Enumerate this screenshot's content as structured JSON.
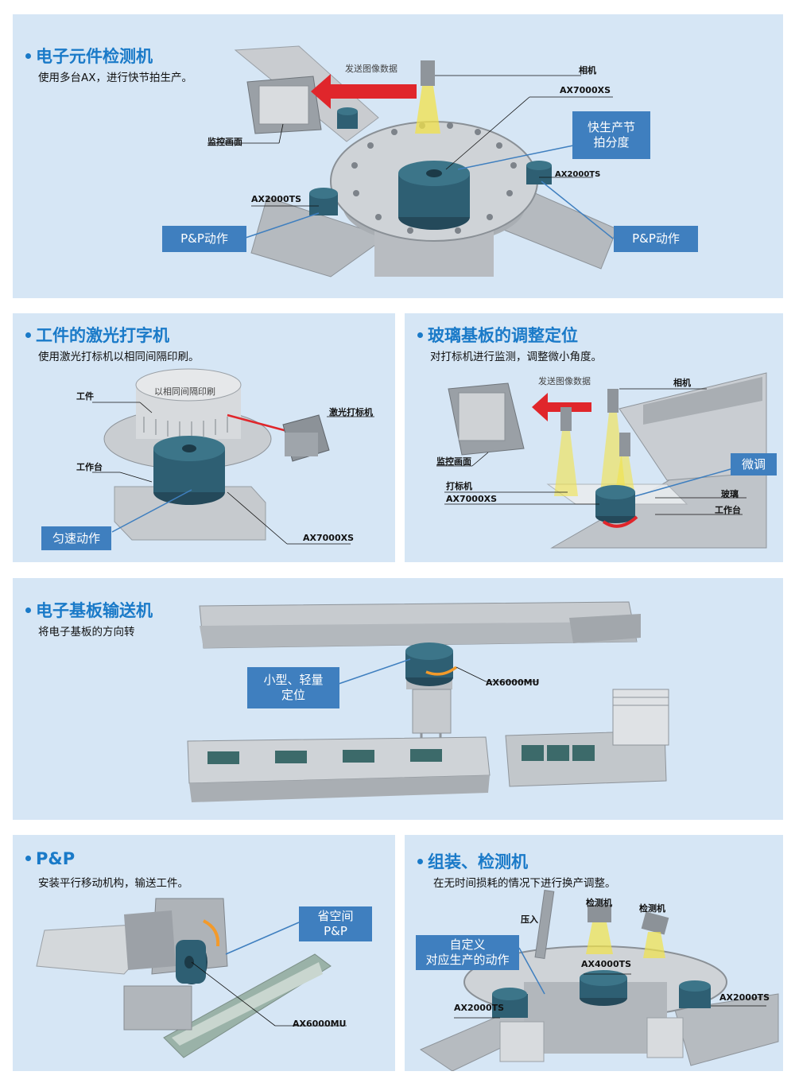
{
  "panels": {
    "p1": {
      "title": "电子元件检测机",
      "subtitle": "使用多台AX，进行快节拍生产。",
      "labels": {
        "send": "发送图像数据",
        "camera": "相机",
        "ax7000xs": "AX7000XS",
        "monitor": "监控画面",
        "ax2000ts_left": "AX2000TS",
        "ax2000ts_right": "AX2000TS"
      },
      "tags": {
        "fast": "快生产节\n拍分度",
        "pp_left": "P&P动作",
        "pp_right": "P&P动作"
      }
    },
    "p2": {
      "title": "工件的激光打字机",
      "subtitle": "使用激光打标机以相同间隔印刷。",
      "labels": {
        "workpiece": "工件",
        "table": "工作台",
        "laser": "激光打标机",
        "ax7000xs": "AX7000XS",
        "print_text": "以相同间隔印刷"
      },
      "tags": {
        "uniform": "匀速动作"
      }
    },
    "p3": {
      "title": "玻璃基板的调整定位",
      "subtitle": "对打标机进行监测，调整微小角度。",
      "labels": {
        "send": "发送图像数据",
        "camera": "相机",
        "monitor": "监控画面",
        "marker": "打标机",
        "ax7000xs": "AX7000XS",
        "glass": "玻璃",
        "table": "工作台"
      },
      "tags": {
        "fine": "微调"
      }
    },
    "p4": {
      "title": "电子基板输送机",
      "subtitle": "将电子基板的方向转",
      "labels": {
        "ax6000mu": "AX6000MU"
      },
      "tags": {
        "small": "小型、轻量\n定位"
      }
    },
    "p5": {
      "title": "P&P",
      "subtitle": "安装平行移动机构，输送工件。",
      "labels": {
        "ax6000mu": "AX6000MU"
      },
      "tags": {
        "space": "省空间\nP&P"
      }
    },
    "p6": {
      "title": "组装、检测机",
      "subtitle": "在无时间损耗的情况下进行换产调整。",
      "labels": {
        "press": "压入",
        "detector1": "检测机",
        "detector2": "检测机",
        "ax4000ts": "AX4000TS",
        "ax2000ts_left": "AX2000TS",
        "ax2000ts_right": "AX2000TS"
      },
      "tags": {
        "custom": "自定义\n对应生产的动作"
      }
    }
  },
  "colors": {
    "panel_bg": "#d6e6f5",
    "title": "#1a7ac8",
    "tag": "#3f7fbf",
    "motor": "#2e5f73",
    "arrow": "#e0262b"
  }
}
